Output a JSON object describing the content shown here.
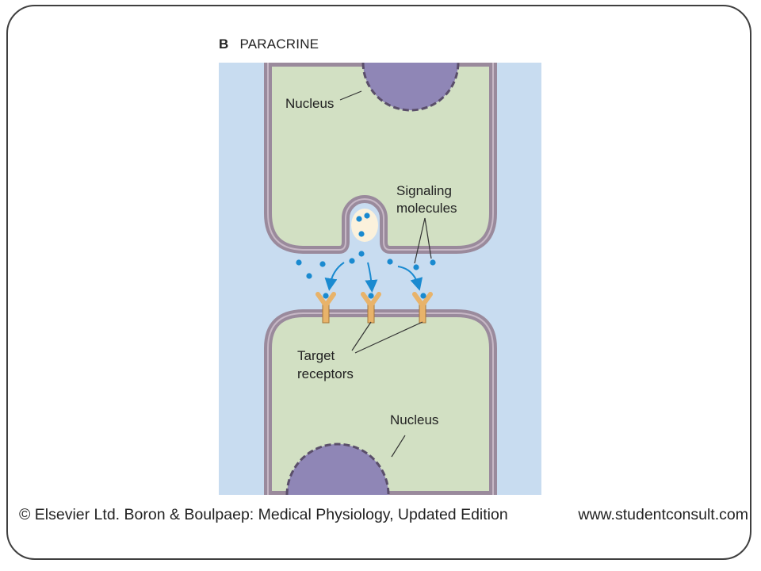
{
  "figure": {
    "panel_letter": "B",
    "title": "PARACRINE",
    "labels": {
      "nucleus_top": "Nucleus",
      "signaling_line1": "Signaling",
      "signaling_line2": "molecules",
      "target_line1": "Target",
      "target_line2": "receptors",
      "nucleus_bottom": "Nucleus"
    }
  },
  "credit": {
    "citation": "© Elsevier Ltd. Boron & Boulpaep: Medical Physiology, Updated Edition",
    "website": "www.studentconsult.com"
  },
  "colors": {
    "extracellular": "#c8dcf0",
    "cytoplasm": "#d2e0c3",
    "membrane": "#9a8a9c",
    "nucleus": "#8f86b6",
    "molecule": "#1a8ad0",
    "receptor": "#e8b36a",
    "vesicle": "#fbf1dc"
  }
}
